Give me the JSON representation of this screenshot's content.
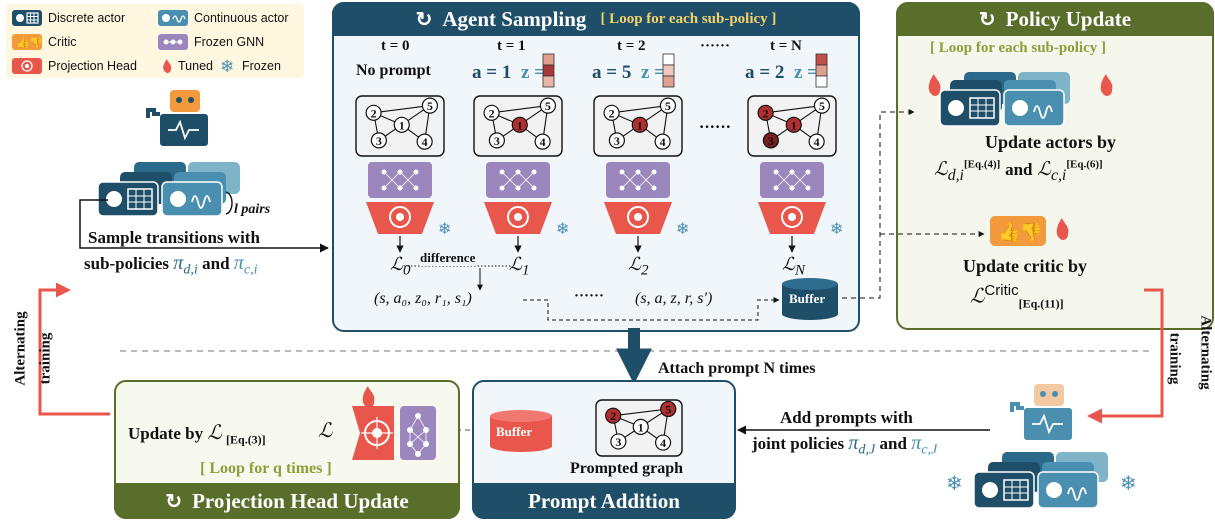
{
  "legend": {
    "discrete_actor": "Discrete actor",
    "continuous_actor": "Continuous actor",
    "critic": "Critic",
    "frozen_gnn": "Frozen GNN",
    "projection_head": "Projection Head",
    "tuned": "Tuned",
    "frozen": "Frozen"
  },
  "left": {
    "pairs": "l pairs",
    "sample_line1": "Sample transitions with",
    "sample_line2": "sub-policies",
    "pi_d": "π",
    "pi_d_sub": "d,i",
    "and": "and",
    "pi_c": "π",
    "pi_c_sub": "c,i",
    "alternating": "Alternating",
    "training": "training"
  },
  "agent_sampling": {
    "title": "Agent Sampling",
    "loop": "[ Loop for each sub-policy ]",
    "timesteps": [
      {
        "t": "t = 0",
        "label": "No prompt",
        "a": "",
        "loss_sub": "0"
      },
      {
        "t": "t = 1",
        "label": "",
        "a": "a = 1",
        "loss_sub": "1"
      },
      {
        "t": "t = 2",
        "label": "",
        "a": "a = 5",
        "loss_sub": "2"
      },
      {
        "t": "t = N",
        "label": "",
        "a": "a = 2",
        "loss_sub": "N"
      }
    ],
    "z_label": "z =",
    "ellipsis": "······",
    "loss_symbol": "ℒ",
    "difference": "difference",
    "transition0": "(s, a₀, z₀, r₁, s₁)",
    "transitionN": "(s, a, z, r, s′)",
    "buffer": "Buffer",
    "nodes": [
      "1",
      "2",
      "3",
      "4",
      "5"
    ]
  },
  "policy_update": {
    "title": "Policy Update",
    "loop": "[ Loop for each sub-policy ]",
    "actors_label": "Update actors by",
    "actor_loss_d": "ℒ",
    "actor_loss_d_sub": "d,i",
    "eq4": "[Eq.(4)]",
    "and": "and",
    "actor_loss_c": "ℒ",
    "actor_loss_c_sub": "c,i",
    "eq6": "[Eq.(6)]",
    "critic_label": "Update critic by",
    "critic_loss": "ℒ",
    "critic_sup": "Critic",
    "eq11": "[Eq.(11)]"
  },
  "attach": "Attach prompt N times",
  "prompt_addition": {
    "title": "Prompt Addition",
    "graph_label": "Prompted graph",
    "buffer": "Buffer"
  },
  "projection_update": {
    "title": "Projection Head Update",
    "update_by": "Update by",
    "loss": "ℒ",
    "eq3": "[Eq.(3)]",
    "loop": "[ Loop for q times ]"
  },
  "right": {
    "add_line1": "Add prompts with",
    "add_line2": "joint policies",
    "pi_d": "π",
    "pi_d_sub": "d,J",
    "and": "and",
    "pi_c": "π",
    "pi_c_sub": "c,J",
    "alternating": "Alternating",
    "training": "training"
  },
  "colors": {
    "navy": "#1f4f68",
    "olive": "#5a6e2c",
    "red": "#e9574c",
    "purple": "#9b86bd",
    "node_red": "#b03030",
    "pink": "#e0a090"
  }
}
